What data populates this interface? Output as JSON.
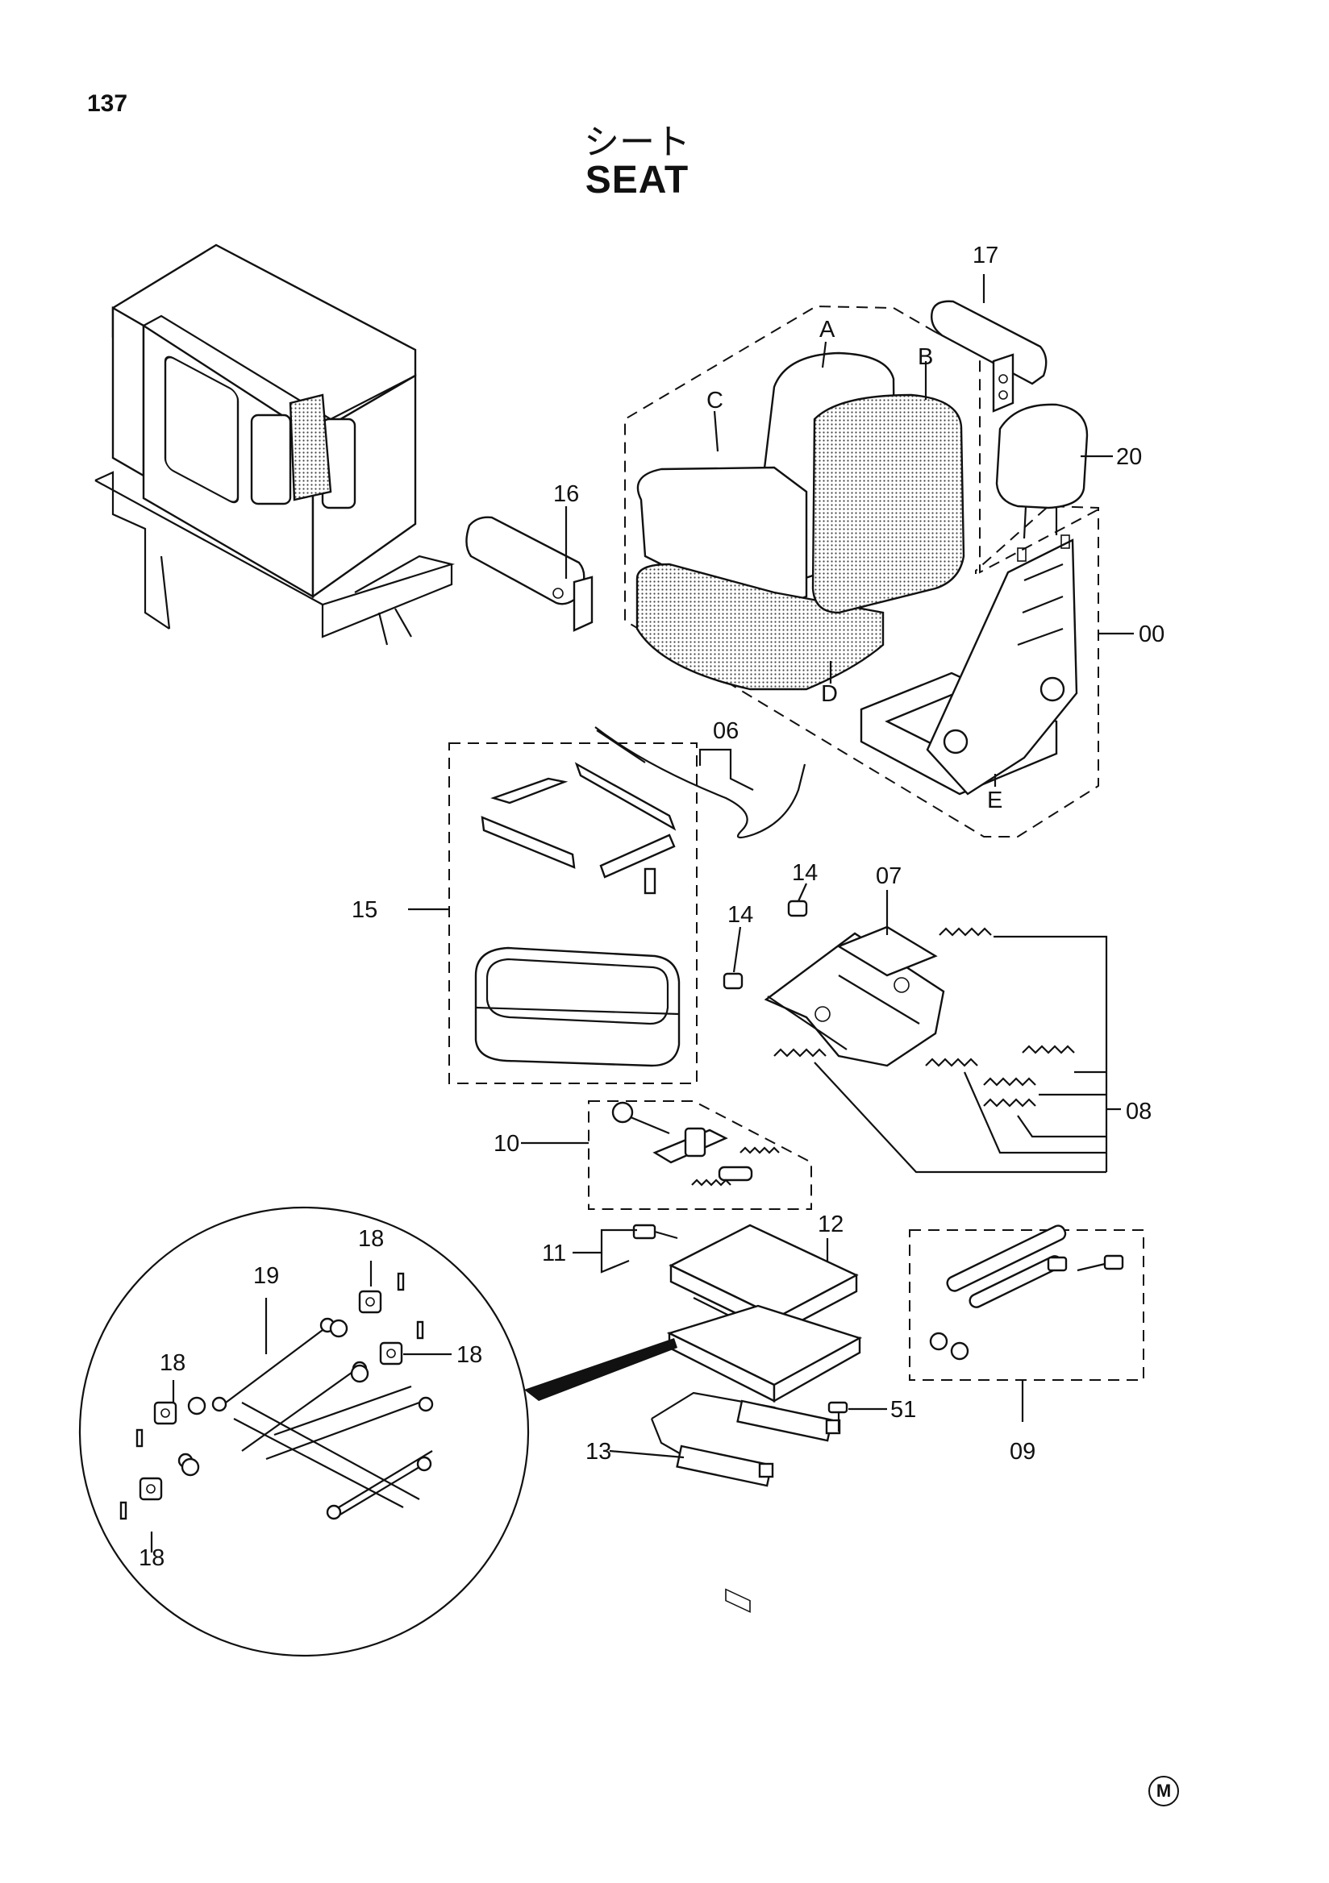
{
  "page": {
    "number": "137",
    "title_ja": "シート",
    "title_en": "SEAT",
    "mark": "M"
  },
  "callouts": [
    {
      "id": "17",
      "text": "17"
    },
    {
      "id": "A",
      "text": "A"
    },
    {
      "id": "B",
      "text": "B"
    },
    {
      "id": "C",
      "text": "C"
    },
    {
      "id": "20",
      "text": "20"
    },
    {
      "id": "16",
      "text": "16"
    },
    {
      "id": "00",
      "text": "00"
    },
    {
      "id": "D",
      "text": "D"
    },
    {
      "id": "06",
      "text": "06"
    },
    {
      "id": "E",
      "text": "E"
    },
    {
      "id": "14a",
      "text": "14"
    },
    {
      "id": "07",
      "text": "07"
    },
    {
      "id": "14b",
      "text": "14"
    },
    {
      "id": "15",
      "text": "15"
    },
    {
      "id": "08",
      "text": "08"
    },
    {
      "id": "10",
      "text": "10"
    },
    {
      "id": "18a",
      "text": "18"
    },
    {
      "id": "12",
      "text": "12"
    },
    {
      "id": "11",
      "text": "11"
    },
    {
      "id": "19",
      "text": "19"
    },
    {
      "id": "18b",
      "text": "18"
    },
    {
      "id": "18c",
      "text": "18"
    },
    {
      "id": "51",
      "text": "51"
    },
    {
      "id": "13",
      "text": "13"
    },
    {
      "id": "09",
      "text": "09"
    },
    {
      "id": "18d",
      "text": "18"
    }
  ]
}
